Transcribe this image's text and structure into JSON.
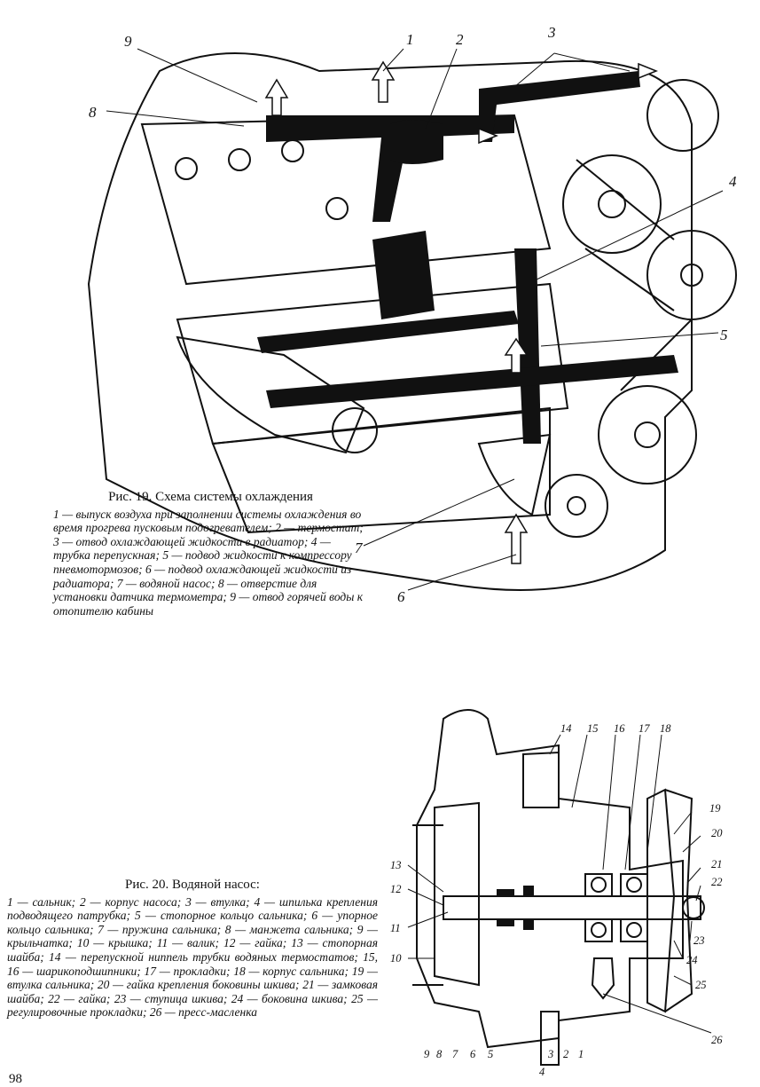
{
  "figure19": {
    "title": "Рис. 19. Схема системы охлаждения",
    "callouts": [
      "1",
      "2",
      "3",
      "4",
      "5",
      "6",
      "7",
      "8",
      "9"
    ],
    "legend": [
      {
        "n": "1",
        "t": "выпуск воздуха при заполнении системы охлаждения во время прогрева пусковым подогревателем;"
      },
      {
        "n": "2",
        "t": "термостат;"
      },
      {
        "n": "3",
        "t": "отвод охлаждающей жидкости в радиатор;"
      },
      {
        "n": "4",
        "t": "трубка перепускная;"
      },
      {
        "n": "5",
        "t": "подвод жидкости к компрессору пневмотормозов;"
      },
      {
        "n": "6",
        "t": "подвод охлаждающей жидкости из радиатора;"
      },
      {
        "n": "7",
        "t": "водяной насос;"
      },
      {
        "n": "8",
        "t": "отверстие для установки датчика термометра;"
      },
      {
        "n": "9",
        "t": "отвод горячей воды к отопителю кабины"
      }
    ]
  },
  "figure20": {
    "title": "Рис. 20. Водяной насос:",
    "callouts": [
      "1",
      "2",
      "3",
      "4",
      "5",
      "6",
      "7",
      "8",
      "9",
      "10",
      "11",
      "12",
      "13",
      "14",
      "15",
      "16",
      "17",
      "18",
      "19",
      "20",
      "21",
      "22",
      "23",
      "24",
      "25",
      "26"
    ],
    "legend": [
      {
        "n": "1",
        "t": "сальник;"
      },
      {
        "n": "2",
        "t": "корпус насоса;"
      },
      {
        "n": "3",
        "t": "втулка;"
      },
      {
        "n": "4",
        "t": "шпилька крепления подводящего патрубка;"
      },
      {
        "n": "5",
        "t": "стопорное кольцо сальника;"
      },
      {
        "n": "6",
        "t": "упорное кольцо сальника;"
      },
      {
        "n": "7",
        "t": "пружина сальника;"
      },
      {
        "n": "8",
        "t": "манжета сальника;"
      },
      {
        "n": "9",
        "t": "крыльчатка;"
      },
      {
        "n": "10",
        "t": "крышка;"
      },
      {
        "n": "11",
        "t": "валик;"
      },
      {
        "n": "12",
        "t": "гайка;"
      },
      {
        "n": "13",
        "t": "стопорная шайба;"
      },
      {
        "n": "14",
        "t": "перепускной ниппель трубки водяных термостатов;"
      },
      {
        "n": "15, 16",
        "t": "шарикоподшипники;"
      },
      {
        "n": "17",
        "t": "прокладки;"
      },
      {
        "n": "18",
        "t": "корпус сальника;"
      },
      {
        "n": "19",
        "t": "втулка сальника;"
      },
      {
        "n": "20",
        "t": "гайка крепления боковины шкива;"
      },
      {
        "n": "21",
        "t": "замковая шайба;"
      },
      {
        "n": "22",
        "t": "гайка;"
      },
      {
        "n": "23",
        "t": "ступица шкива;"
      },
      {
        "n": "24",
        "t": "боковина шкива;"
      },
      {
        "n": "25",
        "t": "регулировочные прокладки;"
      },
      {
        "n": "26",
        "t": "пресс-масленка"
      }
    ]
  },
  "page_number": "98"
}
